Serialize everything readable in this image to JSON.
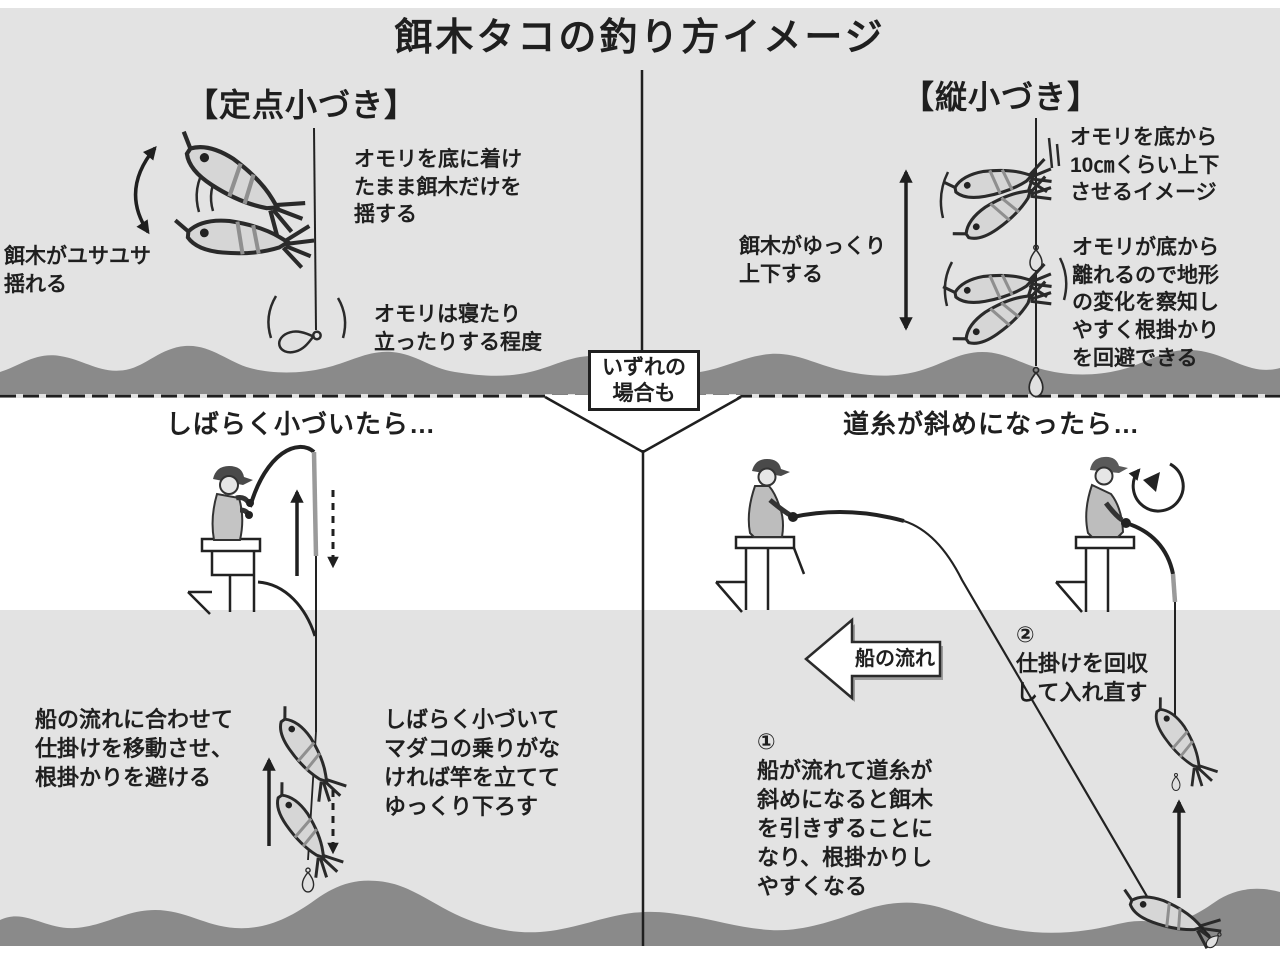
{
  "title": "餌木タコの釣り方イメージ",
  "colors": {
    "background": "#e3e3e3",
    "seafloor": "#8a8a8a",
    "ink": "#1f1f1f",
    "white": "#ffffff"
  },
  "top_left": {
    "heading": "【定点小づき】",
    "note_shake": "オモリを底に着け\nたまま餌木だけを\n揺する",
    "note_sway": "餌木がユサユサ\n揺れる",
    "note_weight": "オモリは寝たり\n立ったりする程度"
  },
  "top_right": {
    "heading": "【縦小づき】",
    "note_lift": "オモリを底から\n10㎝くらい上下\nさせるイメージ",
    "note_slow": "餌木がゆっくり\n上下する",
    "note_terrain": "オモリが底から\n離れるので地形\nの変化を察知し\nやすく根掛かり\nを回避できる"
  },
  "callout": "いずれの\n場合も",
  "bottom_left": {
    "heading": "しばらく小づいたら…",
    "note_drift": "船の流れに合わせて\n仕掛けを移動させ、\n根掛かりを避ける",
    "note_raise": "しばらく小づいて\nマダコの乗りがな\nければ竿を立てて\nゆっくり下ろす"
  },
  "bottom_right": {
    "heading": "道糸が斜めになったら…",
    "drift_arrow_label": "船の流れ",
    "step1": "①\n船が流れて道糸が\n斜めになると餌木\nを引きずることに\nなり、根掛かりし\nやすくなる",
    "step2": "②\n仕掛けを回収\nして入れ直す"
  }
}
